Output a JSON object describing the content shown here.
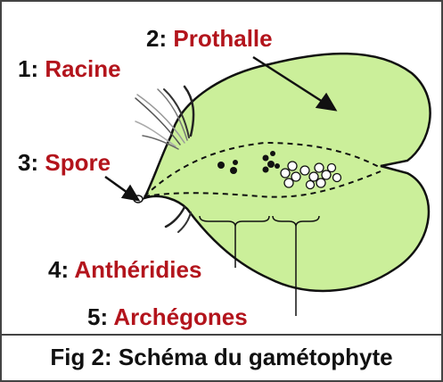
{
  "labels": [
    {
      "num": "1:",
      "term": "Racine"
    },
    {
      "num": "2:",
      "term": "Prothalle"
    },
    {
      "num": "3:",
      "term": "Spore"
    },
    {
      "num": "4:",
      "term": "Anthéridies"
    },
    {
      "num": "5:",
      "term": "Archégones"
    }
  ],
  "caption": "Fig 2: Schéma du gamétophyte",
  "colors": {
    "thallus_fill": "#cbef9a",
    "outline": "#111111",
    "label_term": "#b3141c",
    "label_number": "#111111"
  }
}
